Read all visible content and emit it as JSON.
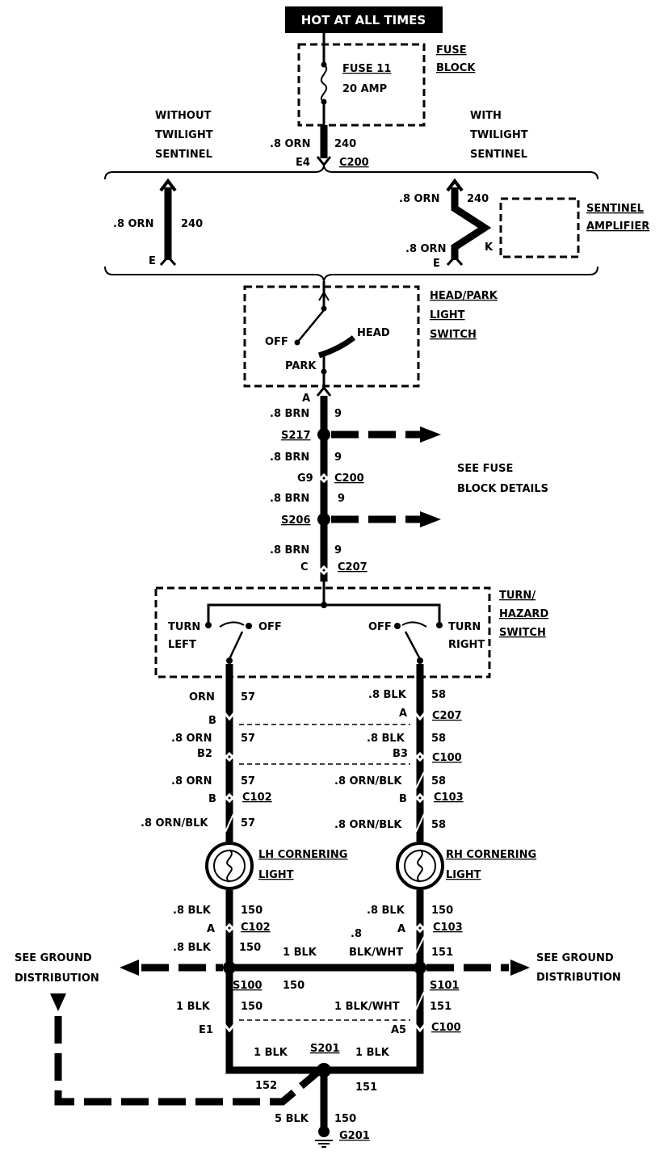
{
  "header": {
    "hot_at_all_times": "HOT AT ALL TIMES"
  },
  "fuse": {
    "block_line1": "FUSE",
    "block_line2": "BLOCK",
    "name": "FUSE 11",
    "rating": "20 AMP"
  },
  "twilight": {
    "without": [
      "WITHOUT",
      "TWILIGHT",
      "SENTINEL"
    ],
    "with": [
      "WITH",
      "TWILIGHT",
      "SENTINEL"
    ]
  },
  "feed": {
    "wire": ".8 ORN",
    "circuit": "240",
    "pin": "E4",
    "connector": "C200"
  },
  "left_option": {
    "wire": ".8 ORN",
    "circuit": "240",
    "pin": "E"
  },
  "right_option": {
    "wire_top": ".8 ORN",
    "circuit": "240",
    "wire_bot": ".8 ORN",
    "pin": "E",
    "pin_k": "K"
  },
  "sentinel": {
    "line1": "SENTINEL",
    "line2": "AMPLIFIER"
  },
  "headpark": {
    "title": [
      "HEAD/PARK",
      "LIGHT",
      "SWITCH"
    ],
    "off": "OFF",
    "head": "HEAD",
    "park": "PARK"
  },
  "brn_run": {
    "pin_a": "A",
    "w1": ".8 BRN",
    "c1": "9",
    "splice1": "S217",
    "w2": ".8 BRN",
    "c2": "9",
    "pin_g9": "G9",
    "conn_c200": "C200",
    "w3": ".8 BRN",
    "c3": "9",
    "splice2": "S206",
    "w4": ".8 BRN",
    "c4": "9",
    "pin_c": "C",
    "conn_c207": "C207"
  },
  "see_fuse": [
    "SEE FUSE",
    "BLOCK DETAILS"
  ],
  "turn_switch": {
    "title": [
      "TURN/",
      "HAZARD",
      "SWITCH"
    ],
    "turn_left_1": "TURN",
    "turn_left_2": "LEFT",
    "off_left": "OFF",
    "off_right": "OFF",
    "turn_right_1": "TURN",
    "turn_right_2": "RIGHT"
  },
  "left_chain": {
    "w1": "ORN",
    "c1": "57",
    "pin_b": "B",
    "w2": ".8 ORN",
    "c2": "57",
    "pin_b2": "B2",
    "w3": ".8 ORN",
    "c3": "57",
    "pin_b_c102": "B",
    "conn_c102": "C102",
    "w4": ".8 ORN/BLK",
    "c4": "57"
  },
  "right_chain": {
    "w1": ".8 BLK",
    "c1": "58",
    "pin_a": "A",
    "conn_c207": "C207",
    "w2": ".8 BLK",
    "c2": "58",
    "pin_b3": "B3",
    "conn_c100": "C100",
    "w3": ".8 ORN/BLK",
    "c3": "58",
    "pin_b": "B",
    "conn_c103": "C103",
    "w4": ".8 ORN/BLK",
    "c4": "58"
  },
  "lh_light": [
    "LH CORNERING",
    "LIGHT"
  ],
  "rh_light": [
    "RH CORNERING",
    "LIGHT"
  ],
  "lower_left": {
    "w1": ".8 BLK",
    "c1": "150",
    "pin_a": "A",
    "conn_c102": "C102",
    "w2": ".8 BLK",
    "c2": "150",
    "splice": "S100",
    "c_mid": "150",
    "w3": "1 BLK",
    "c3": "150",
    "pin_e1": "E1"
  },
  "lower_right": {
    "w1": ".8 BLK",
    "c1": "150",
    "pin_a": "A",
    "conn_c103": "C103",
    "w2_l1": ".8",
    "w2_l2": "BLK/WHT",
    "c2": "151",
    "splice": "S101",
    "w3": "1 BLK/WHT",
    "c3": "151",
    "pin_a5": "A5",
    "conn_c100": "C100"
  },
  "mid_bus": {
    "label": "1 BLK"
  },
  "see_ground_left": [
    "SEE GROUND",
    "DISTRIBUTION"
  ],
  "see_ground_right": [
    "SEE GROUND",
    "DISTRIBUTION"
  ],
  "bottom": {
    "w_left": "1 BLK",
    "splice": "S201",
    "w_right": "1 BLK",
    "c_left": "152",
    "c_right": "151",
    "w_ground": "5 BLK",
    "c_ground": "150",
    "ground": "G201"
  }
}
